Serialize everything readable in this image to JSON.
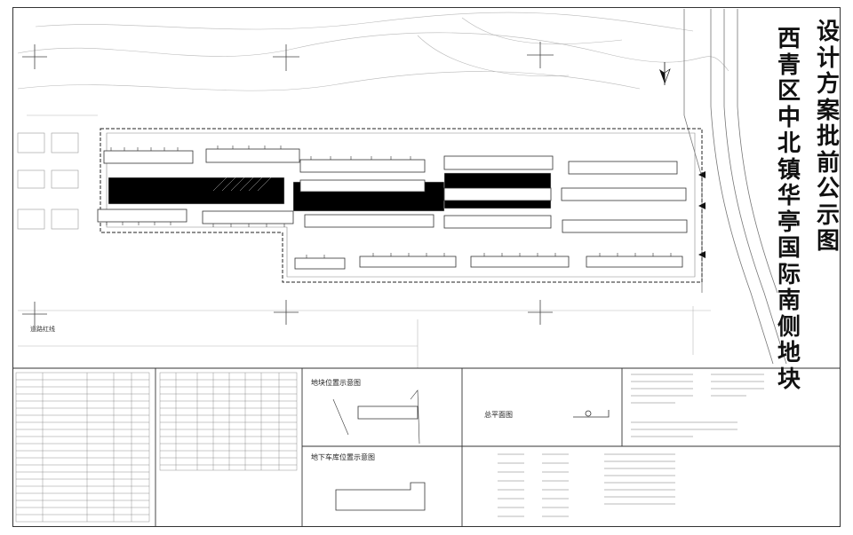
{
  "drawing": {
    "title_line_1": "西青区中北镇华亭国际南侧地块",
    "title_line_2": "设计方案批前公示图",
    "north_arrow": "north-arrow-icon",
    "road_label": "道路红线",
    "insets": {
      "location_title": "地块位置示意图",
      "basement_title": "地下车库位置示意图",
      "plan_title": "总平面图"
    }
  }
}
